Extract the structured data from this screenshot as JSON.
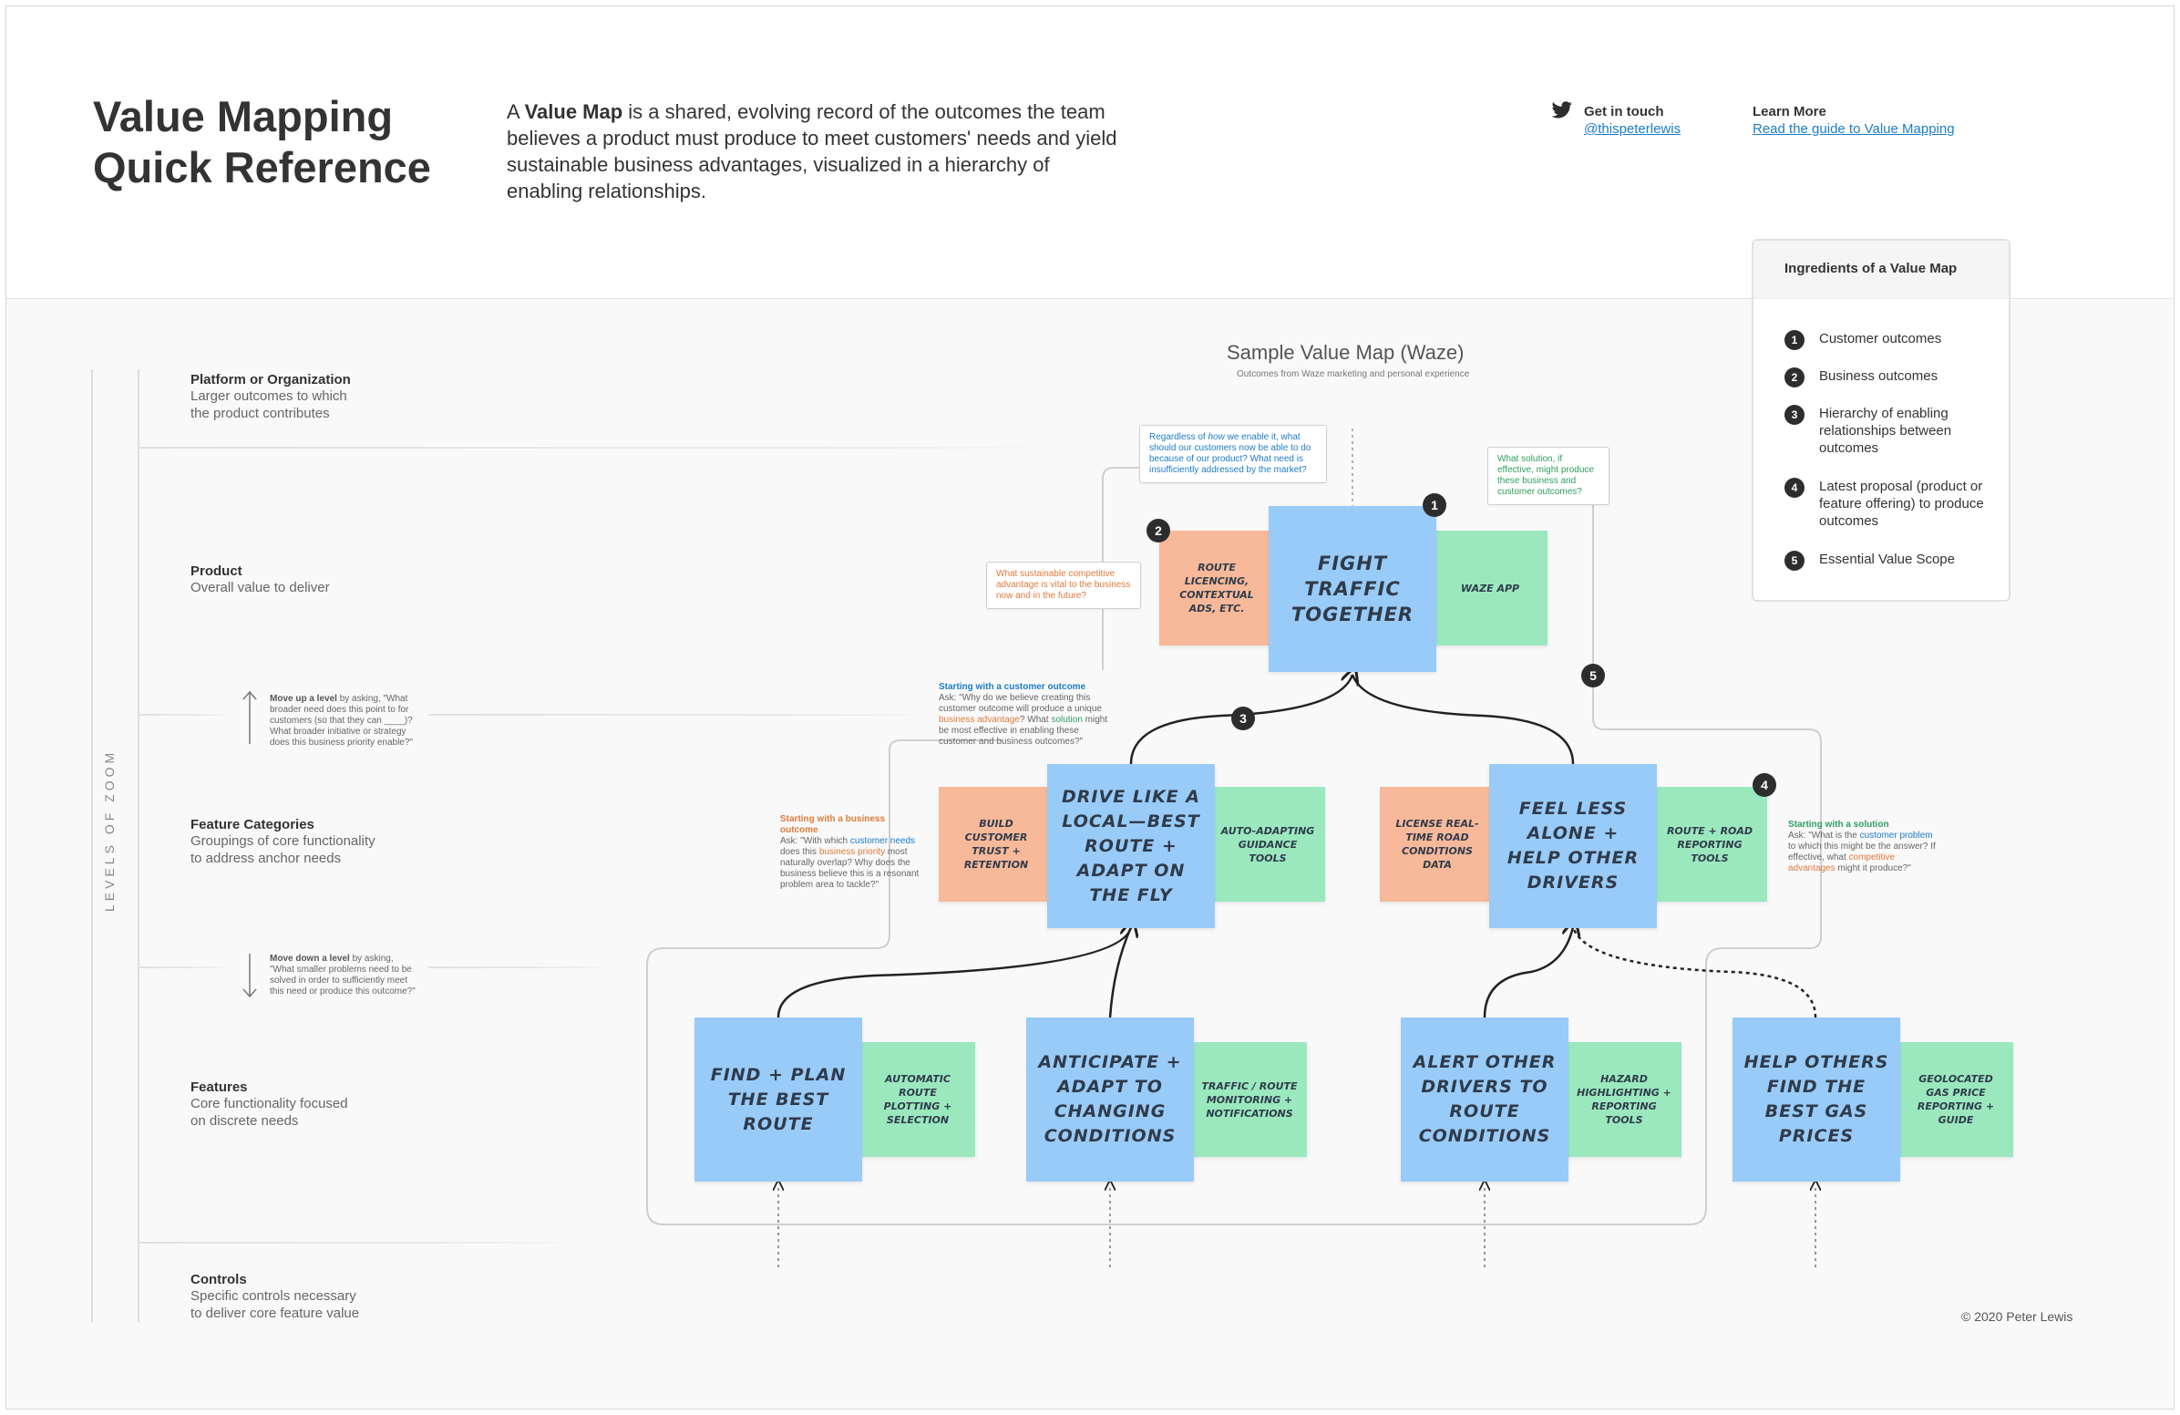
{
  "header": {
    "title_line1": "Value Mapping",
    "title_line2": "Quick Reference",
    "intro_lead": "A ",
    "intro_bold": "Value Map",
    "intro_rest": " is a shared, evolving record of the outcomes the team believes a product must produce to meet customers' needs and yield sustainable business advantages, visualized in a hierarchy of enabling relationships.",
    "contact_label": "Get in touch",
    "contact_handle": "@thispeterlewis",
    "learn_label": "Learn More",
    "learn_link": "Read the guide to Value Mapping"
  },
  "levels": {
    "zoom_label": "LEVELS OF ZOOM",
    "items": [
      {
        "title": "Platform or Organization",
        "desc1": "Larger outcomes to which",
        "desc2": "the product contributes"
      },
      {
        "title": "Product",
        "desc1": "Overall value to deliver",
        "desc2": ""
      },
      {
        "title": "Feature Categories",
        "desc1": "Groupings of core functionality",
        "desc2": "to address anchor needs"
      },
      {
        "title": "Features",
        "desc1": "Core functionality focused",
        "desc2": "on discrete needs"
      },
      {
        "title": "Controls",
        "desc1": "Specific controls necessary",
        "desc2": "to deliver core feature value"
      }
    ],
    "move_up_bold": "Move up a level",
    "move_up_text": " by asking, \"What broader need does this point to for customers (so that they can ____)? What broader initiative or strategy does this business priority enable?\"",
    "move_down_bold": "Move down a level",
    "move_down_text": " by asking, \"What smaller problems need to be solved in order to sufficiently meet this need or produce this outcome?\""
  },
  "ingredients": {
    "title": "Ingredients of a Value Map",
    "items": [
      {
        "num": "1",
        "label": "Customer outcomes"
      },
      {
        "num": "2",
        "label": "Business outcomes"
      },
      {
        "num": "3",
        "label": "Hierarchy of enabling relationships between outcomes"
      },
      {
        "num": "4",
        "label": "Latest proposal (product or feature offering) to produce outcomes"
      },
      {
        "num": "5",
        "label": "Essential Value Scope"
      }
    ]
  },
  "map": {
    "title": "Sample Value Map (Waze)",
    "subtitle": "Outcomes from Waze marketing and personal experience",
    "product": {
      "blue": "Fight Traffic Together",
      "orange": "Route Licencing, Contextual Ads, Etc.",
      "green": "Waze App"
    },
    "categories": [
      {
        "blue": "Drive Like a Local—Best Route + Adapt on the Fly",
        "orange": "Build Customer Trust + Retention",
        "green": "Auto-adapting Guidance Tools"
      },
      {
        "blue": "Feel Less Alone + Help Other Drivers",
        "orange": "License Real-Time Road Conditions Data",
        "green": "Route + Road Reporting Tools"
      }
    ],
    "features": [
      {
        "blue": "Find + Plan the Best Route",
        "green": "Automatic Route Plotting + Selection"
      },
      {
        "blue": "Anticipate + Adapt to Changing Conditions",
        "green": "Traffic / Route Monitoring + Notifications"
      },
      {
        "blue": "Alert Other Drivers to Route Conditions",
        "green": "Hazard Highlighting + Reporting Tools"
      },
      {
        "blue": "Help Others Find the Best Gas Prices",
        "green": "Geolocated Gas Price Reporting + Guide"
      }
    ],
    "badges": [
      "1",
      "2",
      "3",
      "4",
      "5"
    ],
    "callout_customer_a": "Regardless of ",
    "callout_customer_em": "how",
    "callout_customer_b": " we enable it, what should our customers now be able to do because of our product? What need is insufficiently addressed by the market?",
    "callout_solution": "What solution, if effective, might produce these business and customer outcomes?",
    "callout_business": "What sustainable competitive advantage is vital to the business now and in the future?",
    "note_customer_head": "Starting with a customer outcome",
    "note_customer_a": "Ask: \"Why do we believe creating this customer outcome will produce a unique ",
    "note_customer_hl1": "business advantage",
    "note_customer_b": "? What ",
    "note_customer_hl2": "solution",
    "note_customer_c": " might be most effective in enabling these customer and business outcomes?\"",
    "note_business_head": "Starting with a business outcome",
    "note_business_a": "Ask: \"With which ",
    "note_business_hl1": "customer needs",
    "note_business_b": " does this ",
    "note_business_hl2": "business priority",
    "note_business_c": " most naturally overlap? Why does the business believe this is a resonant problem area to tackle?\"",
    "note_solution_head": "Starting with a solution",
    "note_solution_a": "Ask: \"What is the ",
    "note_solution_hl1": "customer problem",
    "note_solution_b": " to which this might be the answer? If effective, what ",
    "note_solution_hl2": "competitive advantages",
    "note_solution_c": " might it produce?\""
  },
  "footer": {
    "copyright": "© 2020 Peter Lewis"
  },
  "colors": {
    "blue": "#99cbf8",
    "green": "#9be8bf",
    "orange": "#f7b99a",
    "link": "#1d7cc9",
    "badge": "#2d2d2d"
  }
}
